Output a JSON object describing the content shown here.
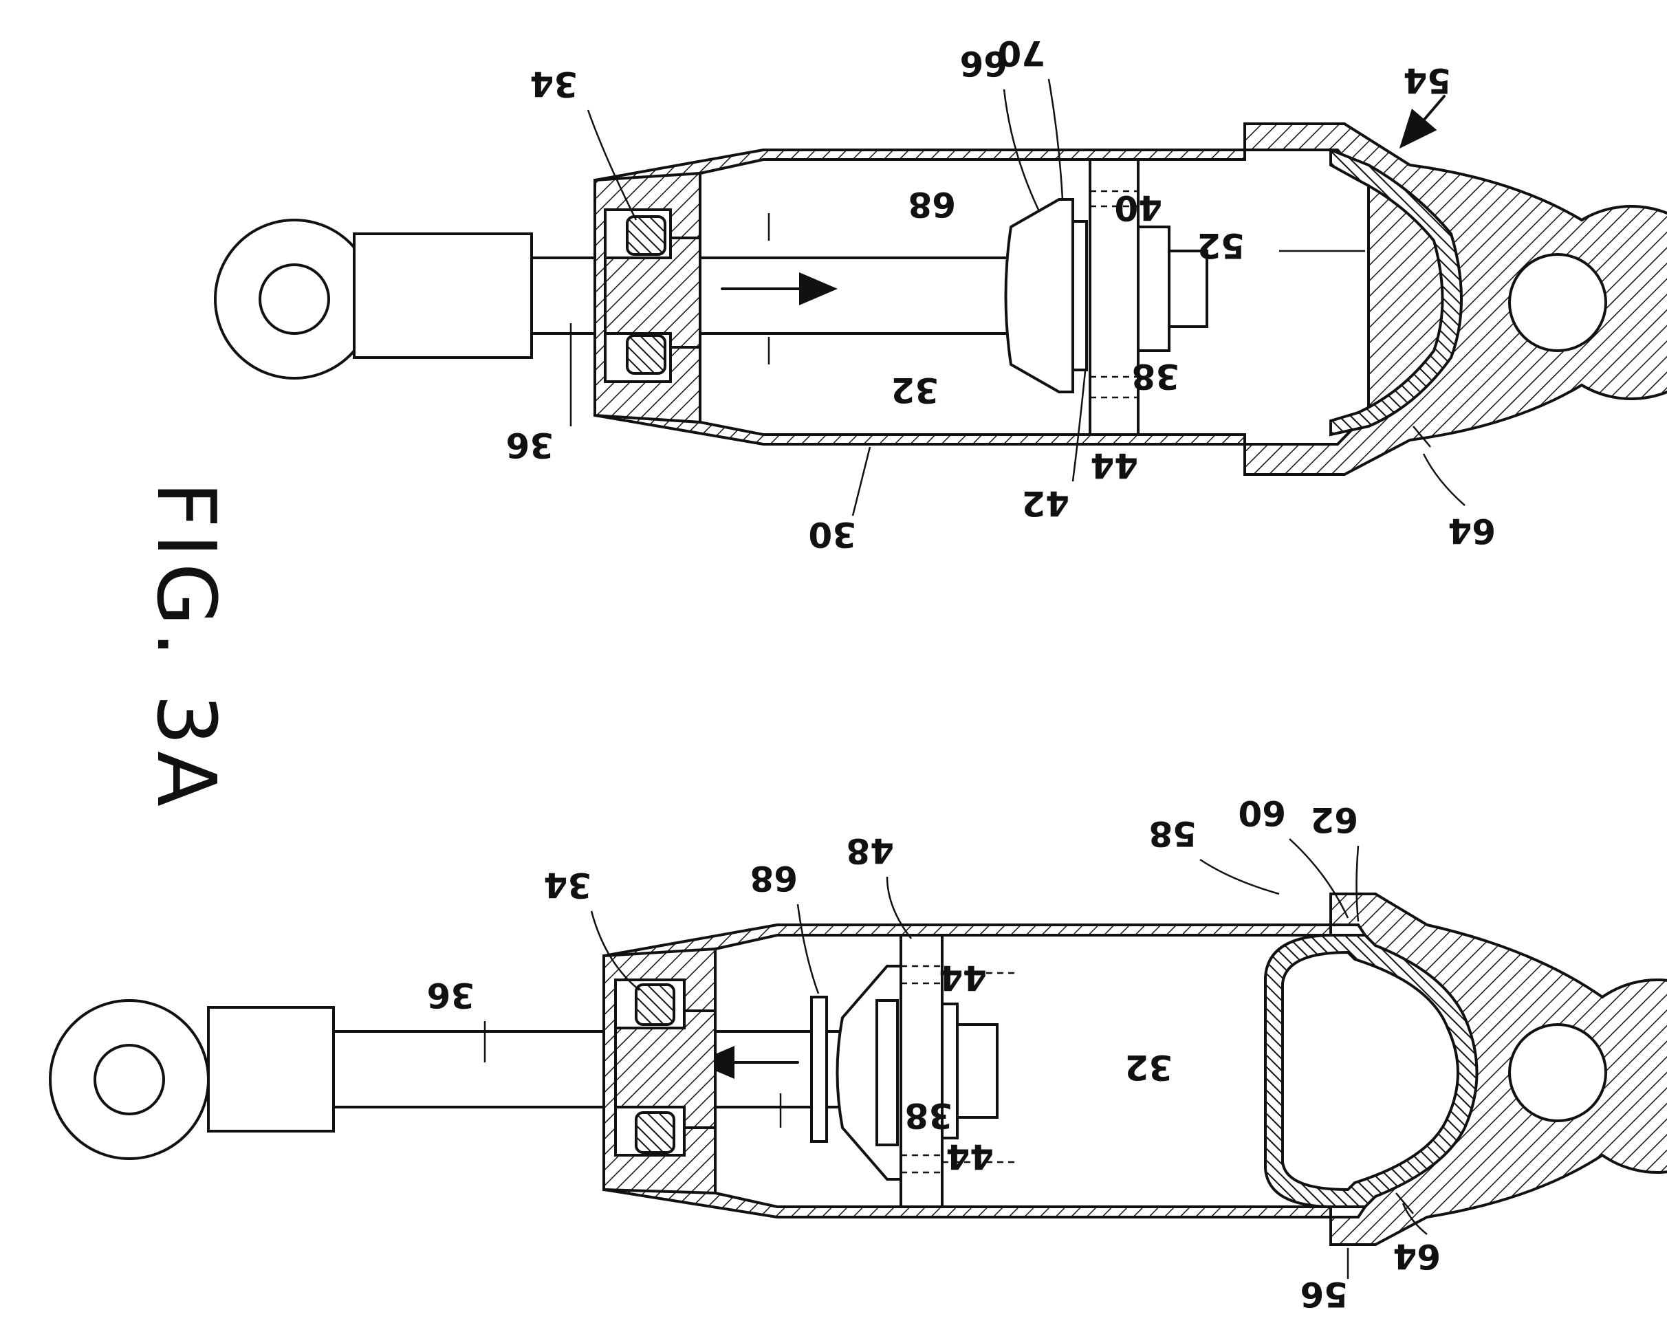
{
  "figure_title": "FIG. 3A",
  "upper_view": {
    "labels": {
      "housing": "30",
      "chamber": "32",
      "seal": "34",
      "rod": "36",
      "piston": "38",
      "nut": "40",
      "washer": "42",
      "orifice": "44",
      "bellows": "52",
      "end_fitting": "54",
      "port": "64",
      "valve_disc": "66",
      "valve_plate": "68",
      "valve_rim": "70"
    }
  },
  "lower_view": {
    "labels": {
      "chamber": "32",
      "seal": "34",
      "rod": "36",
      "piston": "38",
      "orifice_a": "44",
      "orifice_b": "44",
      "piston_edge": "48",
      "thread": "56",
      "sleeve": "58",
      "diaphragm_edge": "60",
      "diaphragm_rim": "62",
      "port": "64",
      "valve_plate": "68"
    }
  }
}
